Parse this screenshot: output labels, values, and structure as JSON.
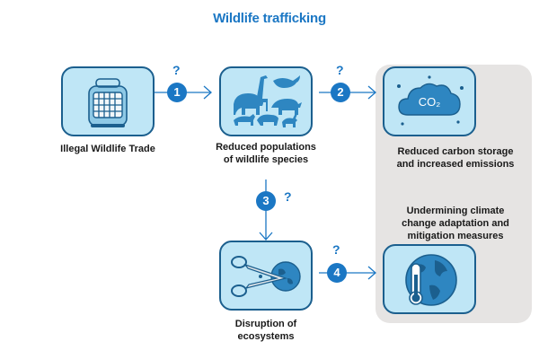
{
  "title": "Wildlife trafficking",
  "nodes": {
    "trade": {
      "label": "Illegal Wildlife Trade",
      "icon": "pet-carrier-icon"
    },
    "populations": {
      "label_line1": "Reduced populations",
      "label_line2": "of wildlife species",
      "icon": "animals-silhouette-icon"
    },
    "carbon": {
      "label_line1": "Reduced carbon storage",
      "label_line2": "and increased emissions",
      "icon": "co2-cloud-icon",
      "icon_text": "CO₂"
    },
    "climate": {
      "label_line1": "Undermining climate",
      "label_line2": "change adaptation and",
      "label_line3": "mitigation measures",
      "icon": "earth-thermometer-icon"
    },
    "ecosystems": {
      "label_line1": "Disruption of",
      "label_line2": "ecosystems",
      "icon": "scissors-earth-icon"
    }
  },
  "steps": [
    {
      "number": "1",
      "question": "?"
    },
    {
      "number": "2",
      "question": "?"
    },
    {
      "number": "3",
      "question": "?"
    },
    {
      "number": "4",
      "question": "?"
    }
  ],
  "colors": {
    "accent": "#1b77c4",
    "box_fill": "#bfe6f6",
    "box_border": "#1b5f8e",
    "panel": "#e6e4e3"
  }
}
